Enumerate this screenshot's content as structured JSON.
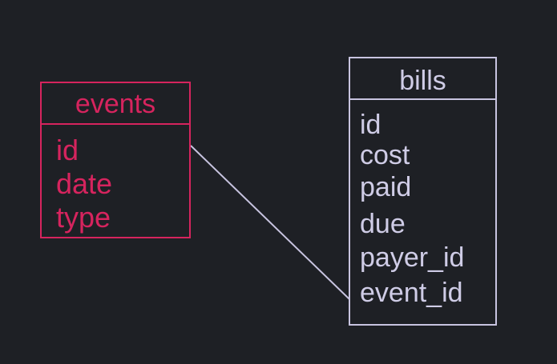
{
  "tables": {
    "events": {
      "name": "events",
      "fields": [
        "id",
        "date",
        "type"
      ],
      "color": "#d6245e"
    },
    "bills": {
      "name": "bills",
      "fields": [
        "id",
        "cost",
        "paid",
        "due",
        "payer_id",
        "event_id"
      ],
      "color": "#c8c4e0"
    }
  },
  "relations": [
    {
      "from": "events.id",
      "to": "bills.event_id"
    }
  ]
}
